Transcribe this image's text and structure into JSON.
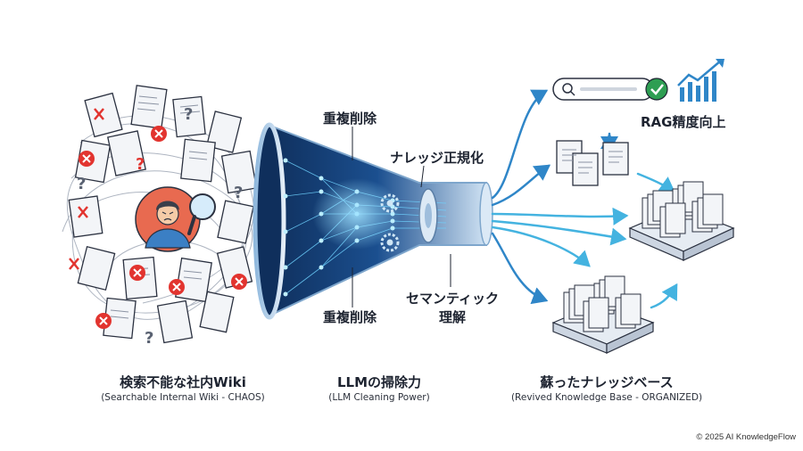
{
  "left": {
    "caption": "検索不能な社内Wiki",
    "subcaption": "(Searchable Internal Wiki - CHAOS)"
  },
  "funnel": {
    "label_top": "重複削除",
    "label_normalize": "ナレッジ正規化",
    "label_semantic_line1": "セマンティック",
    "label_semantic_line2": "理解",
    "label_bottom": "重複削除",
    "caption": "LLMの掃除力",
    "subcaption": "(LLM Cleaning Power)"
  },
  "right": {
    "rag_label": "RAG精度向上",
    "caption": "蘇ったナレッジベース",
    "subcaption": "(Revived Knowledge Base - ORGANIZED)"
  },
  "footer": {
    "copyright": "© 2025 AI KnowledgeFlow"
  },
  "colors": {
    "accent_blue": "#2f86c8",
    "light_blue": "#44b3e0",
    "error_red": "#e2342f",
    "success_green": "#2e9e52",
    "avatar_bg": "#e86a50",
    "funnel_dark": "#133a6b"
  },
  "icons": [
    "close-icon",
    "question-icon",
    "magnifier-icon",
    "checkmark-icon",
    "growth-chart-icon",
    "gear-icon",
    "document-icon",
    "search-bar-icon"
  ]
}
